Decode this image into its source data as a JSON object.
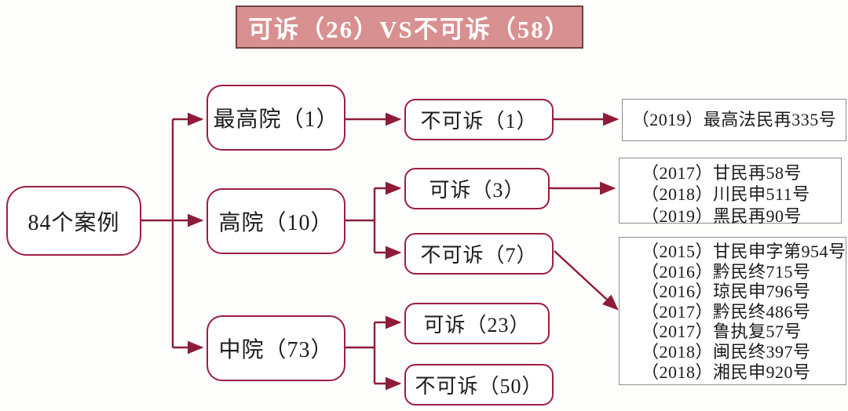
{
  "title": {
    "text": "可诉（26）VS不可诉（58）",
    "background": "#d99090",
    "border_color": "#6e4444",
    "text_color": "#ffffff"
  },
  "colors": {
    "node_border": "#9c1f40",
    "connector": "#8e1b38",
    "case_box_border": "#8f8f8f",
    "text": "#1c1c1c"
  },
  "root": {
    "label": "84个案例"
  },
  "courts": [
    {
      "label": "最高院（1）"
    },
    {
      "label": "高院（10）"
    },
    {
      "label": "中院（73）"
    }
  ],
  "outcomes": [
    {
      "label": "不可诉（1）",
      "court": "最高院"
    },
    {
      "label": "可诉（3）",
      "court": "高院"
    },
    {
      "label": "不可诉（7）",
      "court": "高院"
    },
    {
      "label": "可诉（23）",
      "court": "中院"
    },
    {
      "label": "不可诉（50）",
      "court": "中院"
    }
  ],
  "case_lists": [
    {
      "linked_outcome": "不可诉（1）",
      "cases": [
        "（2019）最高法民再335号"
      ]
    },
    {
      "linked_outcome": "可诉（3）",
      "cases": [
        "（2017）甘民再58号",
        "（2018）川民申511号",
        "（2019）黑民再90号"
      ]
    },
    {
      "linked_outcome": "不可诉（7）",
      "cases": [
        "（2015）甘民申字第954号",
        "（2016）黔民终715号",
        "（2016）琼民申796号",
        "（2017）黔民终486号",
        "（2017）鲁执复57号",
        "（2018）闽民终397号",
        "（2018）湘民申920号"
      ]
    }
  ]
}
